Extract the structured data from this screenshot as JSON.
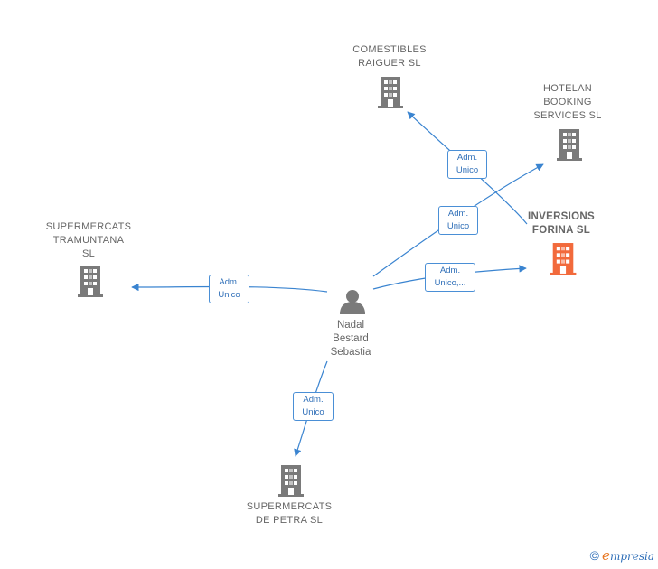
{
  "colors": {
    "edge": "#3a84d0",
    "company": "#7a7a7a",
    "highlight": "#f26a3c",
    "person": "#7a7a7a"
  },
  "center_person": {
    "name": "Nadal\nBestard\nSebastia",
    "icon": "person-icon"
  },
  "companies": [
    {
      "id": "comestibles",
      "name": "COMESTIBLES\nRAIGUER  SL",
      "icon": "building-icon",
      "highlighted": false
    },
    {
      "id": "hotelan",
      "name": "HOTELAN\nBOOKING\nSERVICES  SL",
      "icon": "building-icon",
      "highlighted": false
    },
    {
      "id": "inversions",
      "name": "INVERSIONS\nFORINA  SL",
      "icon": "building-icon",
      "highlighted": true
    },
    {
      "id": "tramuntana",
      "name": "SUPERMERCATS\nTRAMUNTANA\nSL",
      "icon": "building-icon",
      "highlighted": false
    },
    {
      "id": "petra",
      "name": "SUPERMERCATS\nDE PETRA  SL",
      "icon": "building-icon",
      "highlighted": false
    }
  ],
  "relations": [
    {
      "to": "comestibles",
      "label": "Adm.\nUnico"
    },
    {
      "to": "hotelan",
      "label": "Adm.\nUnico"
    },
    {
      "to": "inversions",
      "label": "Adm.\nUnico,..."
    },
    {
      "to": "tramuntana",
      "label": "Adm.\nUnico"
    },
    {
      "to": "petra",
      "label": "Adm.\nUnico"
    }
  ],
  "footer": {
    "copyright": "©",
    "brand_initial": "e",
    "brand_rest": "mpresia"
  }
}
